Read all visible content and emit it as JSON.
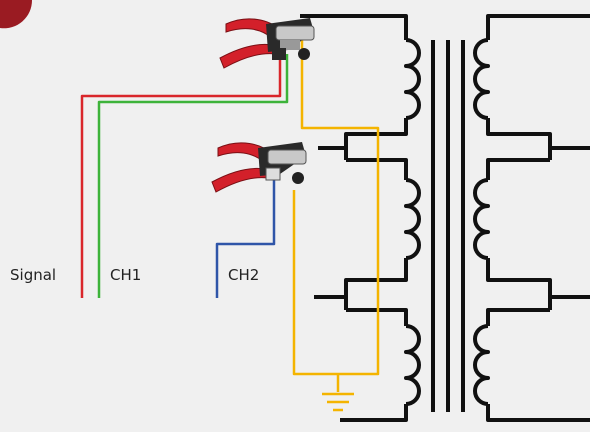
{
  "labels": {
    "signal": "Signal",
    "ch1": "CH1",
    "ch2": "CH2"
  },
  "colors": {
    "background": "#f0f0f0",
    "signal_wire": "#d9262b",
    "ch1_wire": "#3db33a",
    "ch2_wire": "#2f55a8",
    "ground_wire": "#f4b400",
    "transformer": "#111111",
    "clamp_handle": "#d3202a",
    "clamp_body": "#2a2a2a",
    "clamp_metal": "#c8c8c8"
  },
  "icons": {
    "clamp": "alligator-clamp-icon",
    "ground": "ground-symbol-icon",
    "badge": "brand-badge-icon"
  }
}
